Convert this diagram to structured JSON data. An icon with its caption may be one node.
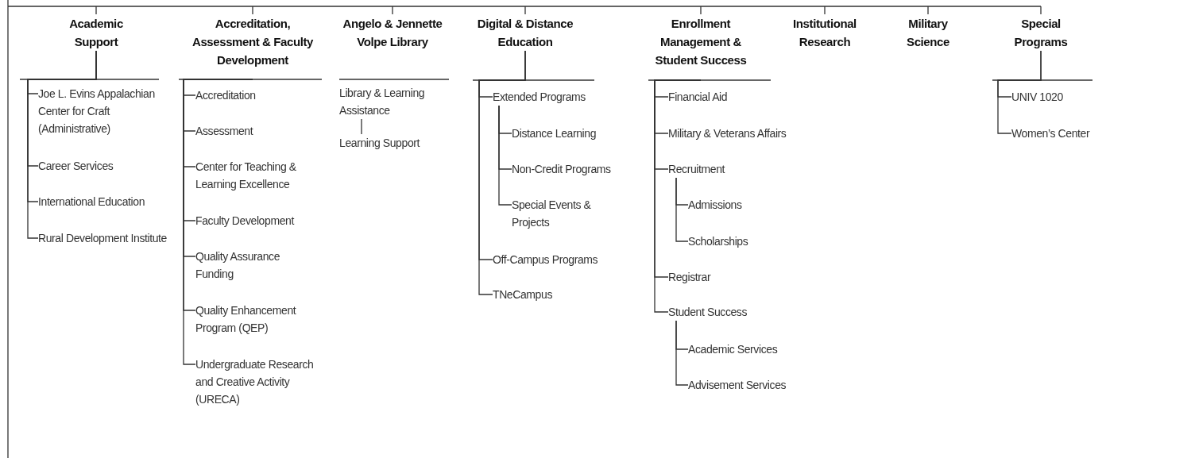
{
  "diagram": {
    "nodes": [
      {
        "text": [
          "Academic Support"
        ]
      },
      {
        "text": [
          "Joe L. Evins Appalachian Center for Craft (Administrative)"
        ]
      },
      {
        "text": [
          "Career Services"
        ]
      },
      {
        "text": [
          "International Education"
        ]
      },
      {
        "text": [
          "Rural Development Institute"
        ]
      },
      {
        "text": [
          "Accreditation, Assessment & Faculty Development"
        ]
      },
      {
        "text": [
          "Accreditation"
        ]
      },
      {
        "text": [
          "Assessment"
        ]
      },
      {
        "text": [
          "Center for Teaching & Learning Excellence"
        ]
      },
      {
        "text": [
          "Faculty Development"
        ]
      },
      {
        "text": [
          "Quality Assurance Funding"
        ]
      },
      {
        "text": [
          "Quality Enhancement Program (QEP)"
        ]
      },
      {
        "text": [
          "Undergraduate Research and Creative Activity (URECA)"
        ]
      },
      {
        "text": [
          "Angelo & Jennette Volpe Library"
        ]
      },
      {
        "text": [
          "Library & Learning Assistance"
        ]
      },
      {
        "text": [
          "Learning Support"
        ]
      },
      {
        "text": [
          "Digital & Distance Education"
        ]
      },
      {
        "text": [
          "Extended Programs"
        ]
      },
      {
        "text": [
          "Distance Learning"
        ]
      },
      {
        "text": [
          "Non-Credit Programs"
        ]
      },
      {
        "text": [
          "Special Events & Projects"
        ]
      },
      {
        "text": [
          "Off-Campus Programs"
        ]
      },
      {
        "text": [
          "TNeCampus"
        ]
      },
      {
        "text": [
          "Enrollment Management & Student Success"
        ]
      },
      {
        "text": [
          "Financial Aid"
        ]
      },
      {
        "text": [
          "Military & Veterans Affairs"
        ]
      },
      {
        "text": [
          "Recruitment"
        ]
      },
      {
        "text": [
          "Admissions"
        ]
      },
      {
        "text": [
          "Scholarships"
        ]
      },
      {
        "text": [
          "Registrar"
        ]
      },
      {
        "text": [
          "Student Success"
        ]
      },
      {
        "text": [
          "Academic Services"
        ]
      },
      {
        "text": [
          "Advisement Services"
        ]
      },
      {
        "text": [
          "Institutional Research"
        ]
      },
      {
        "text": [
          "Military Science"
        ]
      },
      {
        "text": [
          "Special Programs"
        ]
      },
      {
        "text": [
          "UNIV 1020"
        ]
      },
      {
        "text": [
          "Women’s Center"
        ]
      }
    ],
    "edges": [
      {
        "from": null,
        "to": 0,
        "arrow": "none"
      },
      {
        "from": 0,
        "to": 1,
        "arrow": "none"
      },
      {
        "from": 0,
        "to": 2,
        "arrow": "none"
      },
      {
        "from": 0,
        "to": 3,
        "arrow": "none"
      },
      {
        "from": 0,
        "to": 4,
        "arrow": "none"
      },
      {
        "from": null,
        "to": 5,
        "arrow": "none"
      },
      {
        "from": 5,
        "to": 6,
        "arrow": "none"
      },
      {
        "from": 5,
        "to": 7,
        "arrow": "none"
      },
      {
        "from": 5,
        "to": 8,
        "arrow": "none"
      },
      {
        "from": 5,
        "to": 9,
        "arrow": "none"
      },
      {
        "from": 5,
        "to": 10,
        "arrow": "none"
      },
      {
        "from": 5,
        "to": 11,
        "arrow": "none"
      },
      {
        "from": 5,
        "to": 12,
        "arrow": "none"
      },
      {
        "from": null,
        "to": 13,
        "arrow": "none"
      },
      {
        "from": 14,
        "to": 15,
        "arrow": "none"
      },
      {
        "from": null,
        "to": 16,
        "arrow": "none"
      },
      {
        "from": 16,
        "to": 17,
        "arrow": "none"
      },
      {
        "from": 17,
        "to": 18,
        "arrow": "none"
      },
      {
        "from": 17,
        "to": 19,
        "arrow": "none"
      },
      {
        "from": 17,
        "to": 20,
        "arrow": "none"
      },
      {
        "from": 16,
        "to": 21,
        "arrow": "none"
      },
      {
        "from": 16,
        "to": 22,
        "arrow": "none"
      },
      {
        "from": null,
        "to": 23,
        "arrow": "none"
      },
      {
        "from": 23,
        "to": 24,
        "arrow": "none"
      },
      {
        "from": 23,
        "to": 25,
        "arrow": "none"
      },
      {
        "from": 23,
        "to": 26,
        "arrow": "none"
      },
      {
        "from": 26,
        "to": 27,
        "arrow": "none"
      },
      {
        "from": 26,
        "to": 28,
        "arrow": "none"
      },
      {
        "from": 23,
        "to": 29,
        "arrow": "none"
      },
      {
        "from": 23,
        "to": 30,
        "arrow": "none"
      },
      {
        "from": 30,
        "to": 31,
        "arrow": "none"
      },
      {
        "from": 30,
        "to": 32,
        "arrow": "none"
      },
      {
        "from": null,
        "to": 33,
        "arrow": "none"
      },
      {
        "from": null,
        "to": 34,
        "arrow": "none"
      },
      {
        "from": null,
        "to": 35,
        "arrow": "none"
      },
      {
        "from": 35,
        "to": 36,
        "arrow": "none"
      },
      {
        "from": 35,
        "to": 37,
        "arrow": "none"
      }
    ]
  }
}
